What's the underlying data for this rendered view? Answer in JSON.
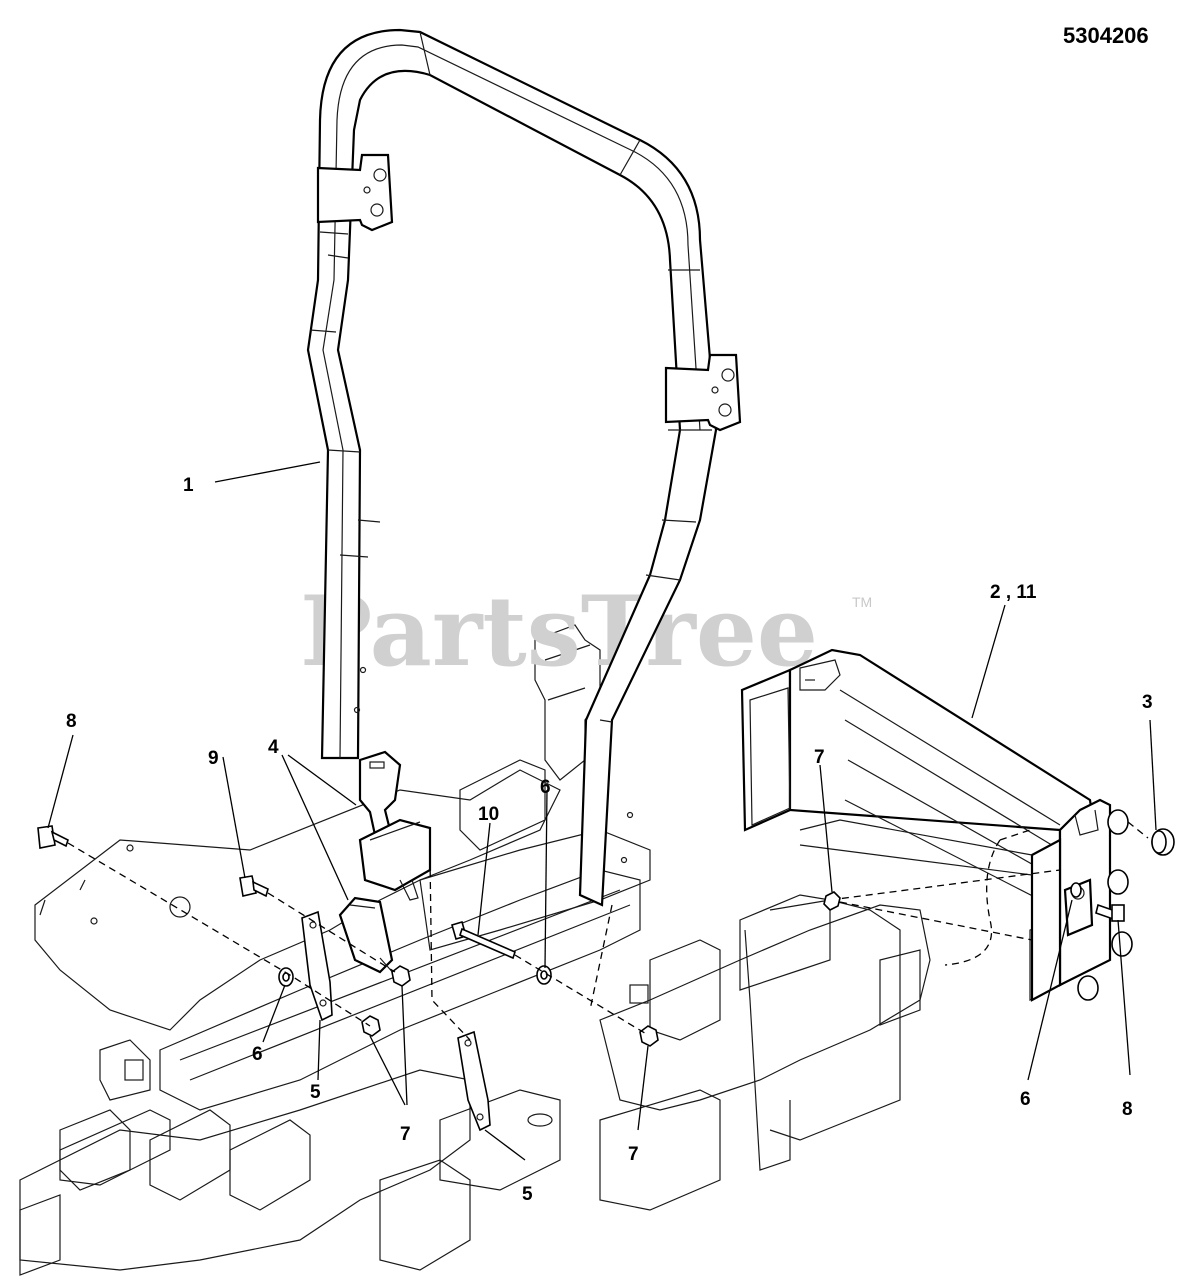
{
  "diagram_id": "5304206",
  "watermark": {
    "text": "PartsTree",
    "trademark": "TM"
  },
  "callouts": [
    {
      "id": "c1",
      "label": "1"
    },
    {
      "id": "c2",
      "label": "2 , 11"
    },
    {
      "id": "c3",
      "label": "3"
    },
    {
      "id": "c4",
      "label": "4"
    },
    {
      "id": "c5a",
      "label": "5"
    },
    {
      "id": "c5b",
      "label": "5"
    },
    {
      "id": "c6a",
      "label": "6"
    },
    {
      "id": "c6b",
      "label": "6"
    },
    {
      "id": "c6c",
      "label": "6"
    },
    {
      "id": "c7a",
      "label": "7"
    },
    {
      "id": "c7b",
      "label": "7"
    },
    {
      "id": "c7c",
      "label": "7"
    },
    {
      "id": "c8a",
      "label": "8"
    },
    {
      "id": "c8b",
      "label": "8"
    },
    {
      "id": "c9",
      "label": "9"
    },
    {
      "id": "c10",
      "label": "10"
    }
  ]
}
